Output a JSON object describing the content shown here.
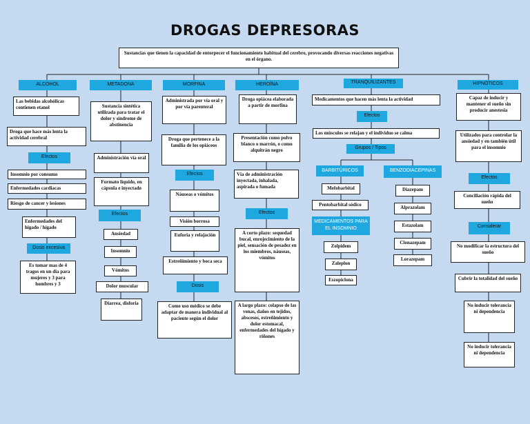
{
  "title": "DROGAS DEPRESORAS",
  "definition": "Sustancias que tienen la capacidad de entorpecer el funcionamiento habitual del cerebro, provocando diversas reacciones negativas en el órgano.",
  "alcohol": {
    "header": "ALCOHOL",
    "desc1": "Las bebidas alcohólicas contienen etanol",
    "desc2": "Droga que hace más lenta la actividad cerebral",
    "effects_label": "Efectos",
    "effects": [
      "Insomnio por consumo",
      "Enfermedades cardiacas",
      "Riesgo de cancer y lesiones",
      "Enfermedades del higado / hígado"
    ],
    "dose_label": "Dosis excesiva",
    "dose": "Es tomar mas de 4 tragos en un dia para mujeres y 3 para hombres y 3"
  },
  "metadona": {
    "header": "METADONA",
    "desc1": "Sustancia sintética utilizada para tratar el dolor y síndrome de abstinencia",
    "desc2": "Administración vía oral",
    "desc3": "Formato liquido, en cápsula e inyectado",
    "effects_label": "Efectos",
    "effects": [
      "Ansiedad",
      "Insomnio",
      "Vómitos",
      "Dolor muscular",
      "Diarrea, disforia"
    ]
  },
  "morfina": {
    "header": "MORFINA",
    "desc1": "Administrada por vía oral y por vía parenteral",
    "desc2": "Droga que pertenece a la familia de los opiáceos",
    "effects_label": "Efectos",
    "effects": [
      "Náuseas o vómitos",
      "Visión borrosa",
      "Euforia y relajación",
      "Estreñimiento y boca seca"
    ],
    "dose_label": "Dosis",
    "dose": "Como uso médico se debe adaptar de manera individual al paciente según el dolor"
  },
  "heroina": {
    "header": "HEROÍNA",
    "desc1": "Droga opiácea elaborada a partir de morfina",
    "desc2": "Presentación como polvo blanco o marrón, o como alquitrán negro",
    "desc3": "Vía de administración inyectada, inhalada, aspirada o fumada",
    "effects_label": "Efectos",
    "short_term": "A corto plazo: sequedad bucal, enrojecimiento de la piel, sensación de pesadez en los miembros, náuseas, vómitos",
    "long_term": "A largo plazo: colapso de las venas, daños en tejidos, abscesos, estreñimiento y dolor estomacal, enfermedades del hígado y riñones"
  },
  "tranquilizantes": {
    "header": "TRANQUILIZANTES",
    "desc1": "Medicamentos que hacen más lenta la actividad",
    "effects_label": "Efectos",
    "effect1": "Los músculos se relajan y el individuo se calma",
    "groups_label": "Grupos / Tipos",
    "barbituricos_label": "BARBITÚRICOS",
    "barbituricos": [
      "Mefobarbital",
      "Pentobarbital sódico"
    ],
    "insomnio_label": "MEDICAMENTOS PARA EL INSOMNIO",
    "insomnio": [
      "Zolpidem",
      "Zaleplon",
      "Eszopiclona"
    ],
    "benzo_label": "BENZODIACEPINAS",
    "benzo": [
      "Diazepam",
      "Alprazolam",
      "Estazolam",
      "Clonazepam",
      "Lorazepam"
    ]
  },
  "hipnoticos": {
    "header": "HIPNÓTICOS",
    "desc1": "Capaz de inducir y mantener el sueño sin producir anestesia",
    "desc2": "Utilizados para controlar la ansiedad y en también útil para el insomnio",
    "effects_label": "Efectos",
    "effect1": "Conciliación rápida del sueño",
    "consider_label": "Considerar",
    "consider": [
      "No modificar la estructura del sueño",
      "Cubrir la totalidad del sueño",
      "No inducir tolerancia ni dependencia",
      "No inducir tolerancia ni dependencia"
    ]
  }
}
